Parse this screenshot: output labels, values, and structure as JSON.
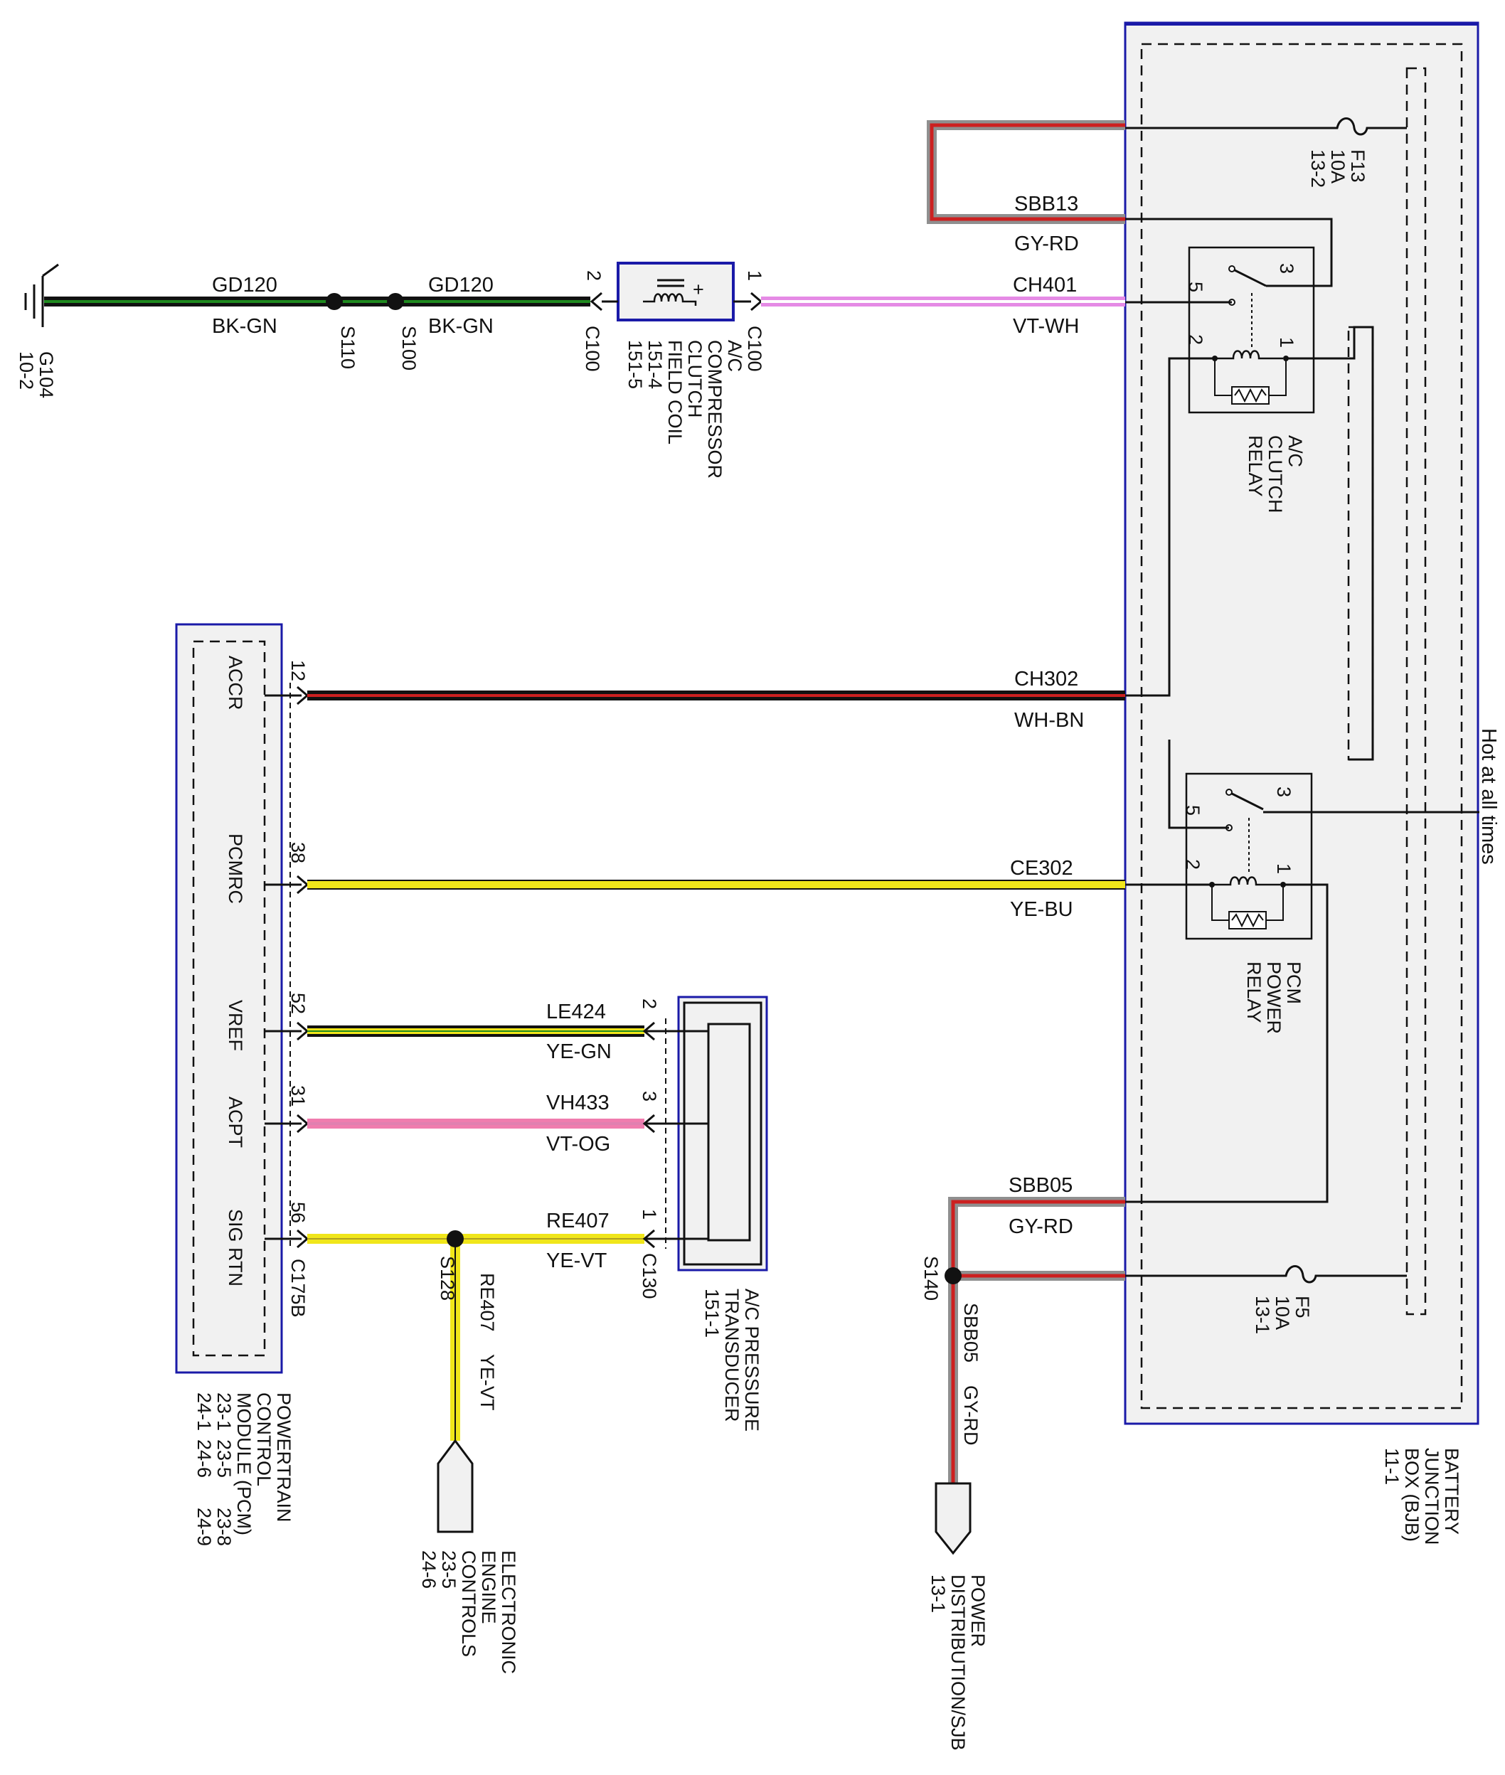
{
  "colors": {
    "box_border": "#1a1aa8",
    "box_fill": "#f1f1f1",
    "black": "#111111",
    "green": "#1f8a1f",
    "red": "#cc2020",
    "gray": "#8f8f8f",
    "violet_pink": "#e58ae5",
    "white": "#ffffff",
    "yellow": "#f0e61a",
    "blue": "#2a7ae0",
    "violet": "#e080b0",
    "pink_orange": "#f07cae"
  },
  "ground": {
    "id": "G104",
    "ref": "10-2",
    "icon": "ground-icon"
  },
  "wires": {
    "gd120_a": {
      "circuit": "GD120",
      "color": "BK-GN"
    },
    "gd120_b": {
      "circuit": "GD120",
      "color": "BK-GN"
    },
    "ch401": {
      "circuit": "CH401",
      "color": "VT-WH"
    },
    "sbb13": {
      "circuit": "SBB13",
      "color": "GY-RD"
    },
    "ch302": {
      "circuit": "CH302",
      "color": "WH-BN"
    },
    "ce302": {
      "circuit": "CE302",
      "color": "YE-BU"
    },
    "le424": {
      "circuit": "LE424",
      "color": "YE-GN"
    },
    "vh433": {
      "circuit": "VH433",
      "color": "VT-OG"
    },
    "re407": {
      "circuit": "RE407",
      "color": "YE-VT"
    },
    "re407_down": {
      "circuit": "RE407",
      "color": "YE-VT"
    },
    "sbb05": {
      "circuit": "SBB05",
      "color": "GY-RD"
    },
    "sbb05_down": {
      "circuit": "SBB05",
      "color": "GY-RD"
    }
  },
  "splices": {
    "s110": "S110",
    "s100": "S100",
    "s128": "S128",
    "s140": "S140"
  },
  "compressor": {
    "lines": [
      "A/C",
      "COMPRESSOR",
      "CLUTCH",
      "FIELD COIL",
      "151-4",
      "151-5"
    ],
    "pin_left": "2",
    "pin_right": "1",
    "conn_left": "C100",
    "conn_right": "C100",
    "plus": "+"
  },
  "bjb": {
    "lines": [
      "BATTERY",
      "JUNCTION",
      "BOX (BJB)",
      "11-1"
    ],
    "hot_label": "Hot at all times",
    "fuse_f13": [
      "F13",
      "10A",
      "13-2"
    ],
    "fuse_f5": [
      "F5",
      "10A",
      "13-1"
    ]
  },
  "ac_clutch_relay": {
    "lines": [
      "A/C",
      "CLUTCH",
      "RELAY"
    ],
    "pins": {
      "p3": "3",
      "p5": "5",
      "p2": "2",
      "p1": "1"
    }
  },
  "pcm_power_relay": {
    "lines": [
      "PCM",
      "POWER",
      "RELAY"
    ],
    "pins": {
      "p3": "3",
      "p5": "5",
      "p2": "2",
      "p1": "1"
    }
  },
  "pcm": {
    "lines": [
      "POWERTRAIN",
      "CONTROL",
      "MODULE (PCM)"
    ],
    "refs": [
      "23-1",
      "23-5",
      "23-8",
      "24-1",
      "24-6",
      "24-9"
    ],
    "connector": "C175B",
    "pins": [
      {
        "name": "ACCR",
        "pin": "12"
      },
      {
        "name": "PCMRC",
        "pin": "38"
      },
      {
        "name": "VREF",
        "pin": "52"
      },
      {
        "name": "ACPT",
        "pin": "31"
      },
      {
        "name": "SIG RTN",
        "pin": "56"
      }
    ]
  },
  "transducer": {
    "lines": [
      "A/C PRESSURE",
      "TRANSDUCER",
      "151-1"
    ],
    "connector": "C130",
    "pins": {
      "p2": "2",
      "p3": "3",
      "p1": "1"
    }
  },
  "electronic_engine": {
    "lines": [
      "ELECTRONIC",
      "ENGINE",
      "CONTROLS",
      "23-5",
      "24-6"
    ]
  },
  "power_distribution": {
    "lines": [
      "POWER",
      "DISTRIBUTION/SJB",
      "13-1"
    ]
  }
}
